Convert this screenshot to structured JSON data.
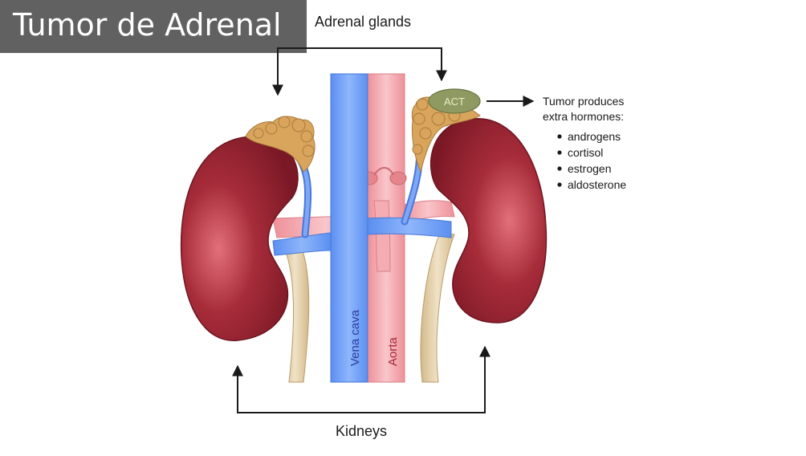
{
  "title": "Tumor de Adrenal",
  "labels": {
    "adrenal_glands": "Adrenal glands",
    "kidneys": "Kidneys",
    "vena_cava": "Vena cava",
    "aorta": "Aorta",
    "tumor": "ACT",
    "tumor_note_line1": "Tumor produces",
    "tumor_note_line2": "extra hormones:"
  },
  "hormones": [
    "androgens",
    "cortisol",
    "estrogen",
    "aldosterone"
  ],
  "colors": {
    "title_bg": "#616161",
    "kidney": "#8e1f2c",
    "vein": "#6e9cf5",
    "artery": "#f3a6ac",
    "adrenal": "#d9a55d",
    "ureter": "#e4cfa6",
    "tumor": "#8f9a62"
  }
}
